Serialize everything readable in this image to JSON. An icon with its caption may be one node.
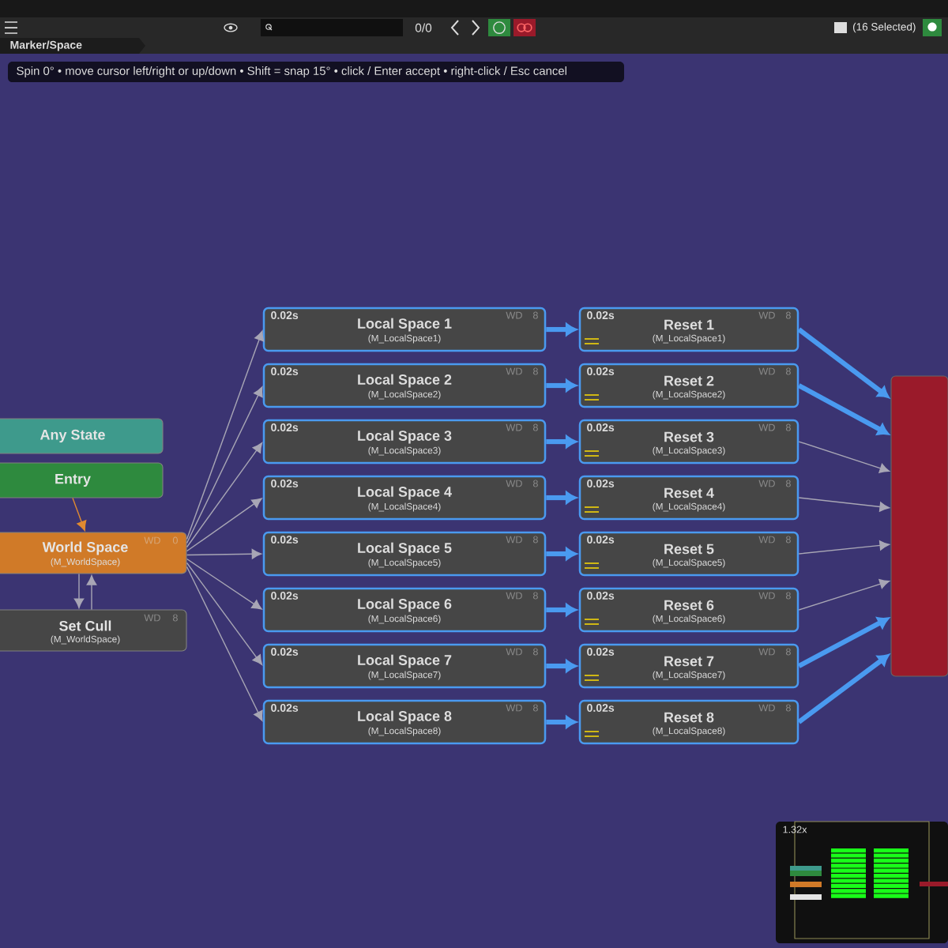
{
  "diagram": {
    "nodes": [
      {
        "text": [
          "Any State"
        ]
      },
      {
        "text": [
          "Entry"
        ]
      },
      {
        "text": [
          "World Space",
          "(M_WorldSpace)",
          "WD",
          "0"
        ]
      },
      {
        "text": [
          "Set Cull",
          "(M_WorldSpace)",
          "WD",
          "8"
        ]
      },
      {
        "text": [
          "0.02s",
          "Local Space 1",
          "(M_LocalSpace1)",
          "WD",
          "8"
        ]
      },
      {
        "text": [
          "0.02s",
          "Local Space 2",
          "(M_LocalSpace2)",
          "WD",
          "8"
        ]
      },
      {
        "text": [
          "0.02s",
          "Local Space 3",
          "(M_LocalSpace3)",
          "WD",
          "8"
        ]
      },
      {
        "text": [
          "0.02s",
          "Local Space 4",
          "(M_LocalSpace4)",
          "WD",
          "8"
        ]
      },
      {
        "text": [
          "0.02s",
          "Local Space 5",
          "(M_LocalSpace5)",
          "WD",
          "8"
        ]
      },
      {
        "text": [
          "0.02s",
          "Local Space 6",
          "(M_LocalSpace6)",
          "WD",
          "8"
        ]
      },
      {
        "text": [
          "0.02s",
          "Local Space 7",
          "(M_LocalSpace7)",
          "WD",
          "8"
        ]
      },
      {
        "text": [
          "0.02s",
          "Local Space 8",
          "(M_LocalSpace8)",
          "WD",
          "8"
        ]
      },
      {
        "text": [
          "0.02s",
          "Reset 1",
          "(M_LocalSpace1)",
          "WD",
          "8"
        ]
      },
      {
        "text": [
          "0.02s",
          "Reset 2",
          "(M_LocalSpace2)",
          "WD",
          "8"
        ]
      },
      {
        "text": [
          "0.02s",
          "Reset 3",
          "(M_LocalSpace3)",
          "WD",
          "8"
        ]
      },
      {
        "text": [
          "0.02s",
          "Reset 4",
          "(M_LocalSpace4)",
          "WD",
          "8"
        ]
      },
      {
        "text": [
          "0.02s",
          "Reset 5",
          "(M_LocalSpace5)",
          "WD",
          "8"
        ]
      },
      {
        "text": [
          "0.02s",
          "Reset 6",
          "(M_LocalSpace6)",
          "WD",
          "8"
        ]
      },
      {
        "text": [
          "0.02s",
          "Reset 7",
          "(M_LocalSpace7)",
          "WD",
          "8"
        ]
      },
      {
        "text": [
          "0.02s",
          "Reset 8",
          "(M_LocalSpace8)",
          "WD",
          "8"
        ]
      },
      {
        "text": [],
        "shape": "box"
      }
    ],
    "edges": [
      {
        "from": 1,
        "to": 2,
        "arrow": "to",
        "color": "#e08a30"
      },
      {
        "from": 2,
        "to": 3,
        "arrow": "to"
      },
      {
        "from": 3,
        "to": 2,
        "arrow": "to"
      },
      {
        "from": 2,
        "to": 4,
        "arrow": "to"
      },
      {
        "from": 2,
        "to": 5,
        "arrow": "to"
      },
      {
        "from": 2,
        "to": 6,
        "arrow": "to"
      },
      {
        "from": 2,
        "to": 7,
        "arrow": "to"
      },
      {
        "from": 2,
        "to": 8,
        "arrow": "to"
      },
      {
        "from": 2,
        "to": 9,
        "arrow": "to"
      },
      {
        "from": 2,
        "to": 10,
        "arrow": "to"
      },
      {
        "from": 2,
        "to": 11,
        "arrow": "to"
      },
      {
        "from": 4,
        "to": 12,
        "arrow": "to",
        "style": "thick",
        "color": "#4a9af0"
      },
      {
        "from": 5,
        "to": 13,
        "arrow": "to",
        "style": "thick",
        "color": "#4a9af0"
      },
      {
        "from": 6,
        "to": 14,
        "arrow": "to",
        "style": "thick",
        "color": "#4a9af0"
      },
      {
        "from": 7,
        "to": 15,
        "arrow": "to",
        "style": "thick",
        "color": "#4a9af0"
      },
      {
        "from": 8,
        "to": 16,
        "arrow": "to",
        "style": "thick",
        "color": "#4a9af0"
      },
      {
        "from": 9,
        "to": 17,
        "arrow": "to",
        "style": "thick",
        "color": "#4a9af0"
      },
      {
        "from": 10,
        "to": 18,
        "arrow": "to",
        "style": "thick",
        "color": "#4a9af0"
      },
      {
        "from": 11,
        "to": 19,
        "arrow": "to",
        "style": "thick",
        "color": "#4a9af0"
      },
      {
        "from": 12,
        "to": 20,
        "arrow": "to",
        "style": "thick",
        "color": "#4a9af0"
      },
      {
        "from": 13,
        "to": 20,
        "arrow": "to",
        "style": "thick",
        "color": "#4a9af0"
      },
      {
        "from": 14,
        "to": 20,
        "arrow": "to"
      },
      {
        "from": 15,
        "to": 20,
        "arrow": "to"
      },
      {
        "from": 16,
        "to": 20,
        "arrow": "to"
      },
      {
        "from": 17,
        "to": 20,
        "arrow": "to"
      },
      {
        "from": 18,
        "to": 20,
        "arrow": "to",
        "style": "thick",
        "color": "#4a9af0"
      },
      {
        "from": 19,
        "to": 20,
        "arrow": "to",
        "style": "thick",
        "color": "#4a9af0"
      }
    ],
    "labels": [
      "0/0",
      "(16 Selected)",
      "Marker/Space",
      "Spin 0° • move cursor left/right or up/down • Shift = snap 15° • click / Enter accept • right-click / Esc cancel",
      "1.32x"
    ]
  }
}
